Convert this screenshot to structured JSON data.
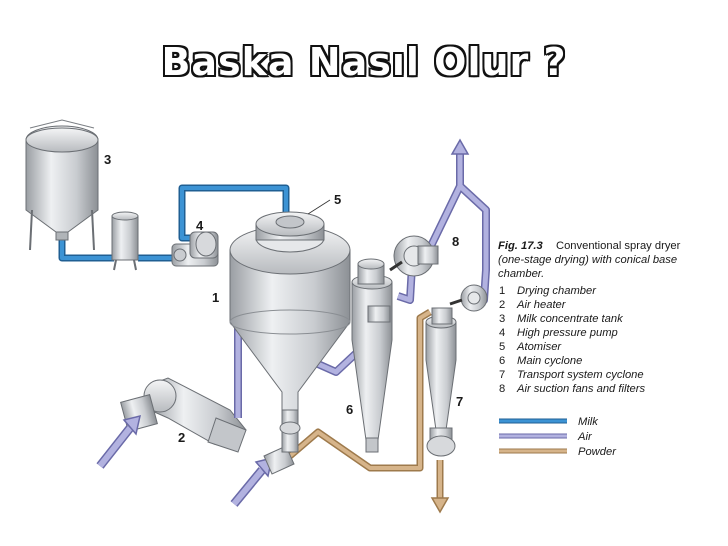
{
  "slide": {
    "title": "Baska Nasıl Olur ?"
  },
  "figure": {
    "caption_label": "Fig. 17.3",
    "caption_line1": "Conventional spray dryer",
    "caption_line2": "(one-stage drying) with conical base",
    "caption_line3": "chamber.",
    "legend_items": [
      {
        "num": "1",
        "text": "Drying chamber"
      },
      {
        "num": "2",
        "text": "Air heater"
      },
      {
        "num": "3",
        "text": "Milk concentrate tank"
      },
      {
        "num": "4",
        "text": "High pressure pump"
      },
      {
        "num": "5",
        "text": "Atomiser"
      },
      {
        "num": "6",
        "text": "Main cyclone"
      },
      {
        "num": "7",
        "text": "Transport system cyclone"
      },
      {
        "num": "8",
        "text": "Air suction fans and filters"
      }
    ],
    "flow_legend": [
      {
        "label": "Milk",
        "color": "#2a7fbf"
      },
      {
        "label": "Air",
        "color": "#a9a9d6"
      },
      {
        "label": "Powder",
        "color": "#c8a57a"
      }
    ],
    "callouts": [
      "1",
      "2",
      "3",
      "4",
      "5",
      "6",
      "7",
      "8"
    ]
  }
}
